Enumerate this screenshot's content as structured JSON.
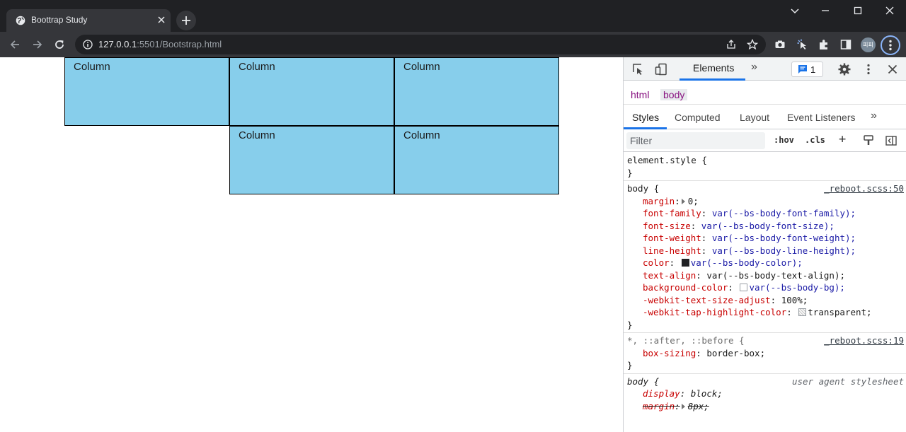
{
  "browser": {
    "tab_title": "Boottrap Study",
    "url_host": "127.0.0.1",
    "url_rest": ":5501/Bootstrap.html",
    "avatar_text": "피피"
  },
  "page": {
    "rows": [
      {
        "columns": [
          "Column",
          "Column",
          "Column"
        ]
      },
      {
        "columns": [
          "Column",
          "Column"
        ]
      }
    ],
    "column_color": "#87ceeb"
  },
  "devtools": {
    "tabs": [
      "Elements",
      "»"
    ],
    "issues_count": "1",
    "breadcrumbs": [
      "html",
      "body"
    ],
    "subtabs": [
      "Styles",
      "Computed",
      "Layout",
      "Event Listeners",
      "»"
    ],
    "filter_placeholder": "Filter",
    "filter_buttons": [
      ":hov",
      ".cls",
      "+"
    ],
    "rules": [
      {
        "selector": "element.style {",
        "decls": [],
        "close": "}"
      },
      {
        "selector": "body {",
        "source": "_reboot.scss:50",
        "decls": [
          {
            "prop": "margin",
            "value": "0;"
          },
          {
            "prop": "font-family",
            "value": "var(--bs-body-font-family);"
          },
          {
            "prop": "font-size",
            "value": "var(--bs-body-font-size);"
          },
          {
            "prop": "font-weight",
            "value": "var(--bs-body-font-weight);"
          },
          {
            "prop": "line-height",
            "value": "var(--bs-body-line-height);"
          },
          {
            "prop": "color",
            "value": "var(--bs-body-color);"
          },
          {
            "prop": "text-align",
            "value": "var(--bs-body-text-align);"
          },
          {
            "prop": "background-color",
            "value": "var(--bs-body-bg);"
          },
          {
            "prop": "-webkit-text-size-adjust",
            "value": "100%;"
          },
          {
            "prop": "-webkit-tap-highlight-color",
            "value": "transparent;"
          }
        ],
        "close": "}"
      },
      {
        "selector": "*, ::after, ::before {",
        "source": "_reboot.scss:19",
        "decls": [
          {
            "prop": "box-sizing",
            "value": "border-box;"
          }
        ],
        "close": "}"
      },
      {
        "selector": "body {",
        "source_ua": "user agent stylesheet",
        "decls": [
          {
            "prop": "display",
            "value": "block;"
          },
          {
            "prop": "margin",
            "value": "8px;"
          }
        ]
      }
    ]
  }
}
